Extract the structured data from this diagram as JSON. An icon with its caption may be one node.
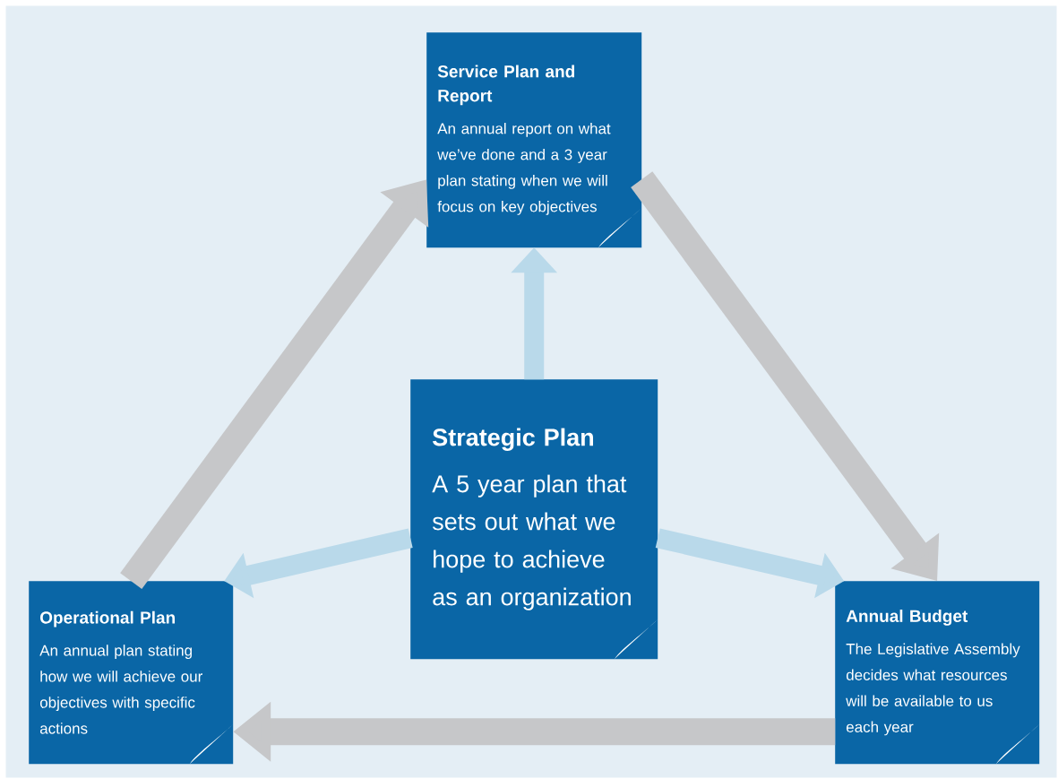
{
  "diagram": {
    "nodes": [
      {
        "text": [
          "Service Plan and Report",
          "An annual report on what we’ve done and a 3 year plan stating when we will focus on key objectives"
        ]
      },
      {
        "text": [
          "Strategic Plan",
          "A 5 year plan that sets out what we hope to achieve as an organization"
        ]
      },
      {
        "text": [
          "Operational Plan",
          "An annual plan stating how we will achieve our objectives with specific actions"
        ]
      },
      {
        "text": [
          "Annual Budget",
          "The Legislative Assembly decides what resources will be available to us each year"
        ]
      }
    ],
    "edges": [
      {
        "from": 0,
        "to": 3,
        "arrow": "to"
      },
      {
        "from": 3,
        "to": 2,
        "arrow": "to"
      },
      {
        "from": 2,
        "to": 0,
        "arrow": "to"
      },
      {
        "from": 1,
        "to": 0,
        "arrow": "to",
        "color": "#b9d9ea"
      },
      {
        "from": 1,
        "to": 2,
        "arrow": "to",
        "color": "#b9d9ea"
      },
      {
        "from": 1,
        "to": 3,
        "arrow": "to",
        "color": "#b9d9ea"
      }
    ]
  }
}
